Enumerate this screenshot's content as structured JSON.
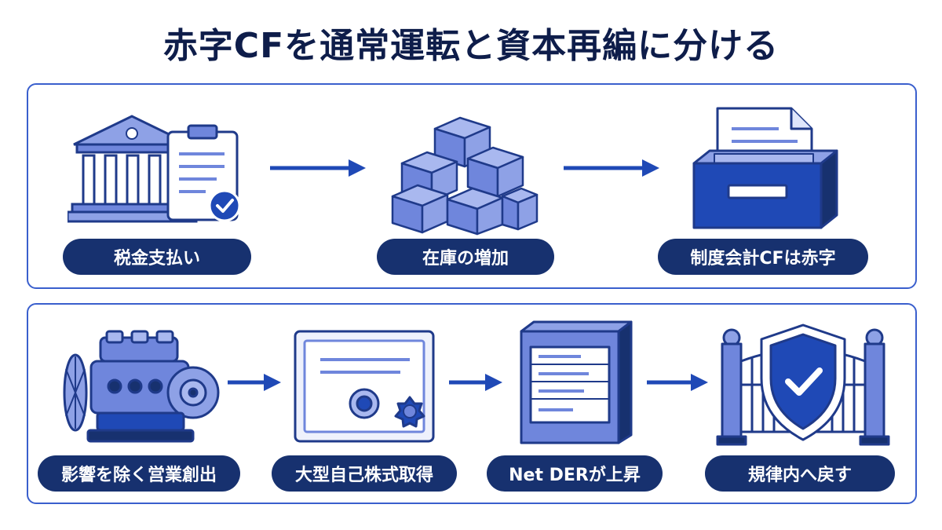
{
  "title": "赤字CFを通常運転と資本再編に分ける",
  "colors": {
    "navy": "#17316f",
    "accent": "#1f49b6",
    "icon_fill": "#6f86dc",
    "icon_light": "#a9b8ef",
    "border": "#3a5fcd"
  },
  "top_row": {
    "steps": [
      {
        "label": "税金支払い",
        "icon": "bank-with-checked-document-icon"
      },
      {
        "label": "在庫の増加",
        "icon": "stacked-boxes-icon"
      },
      {
        "label": "制度会計CFは赤字",
        "icon": "file-drawer-icon"
      }
    ]
  },
  "bottom_row": {
    "steps": [
      {
        "label": "影響を除く営業創出",
        "icon": "engine-icon"
      },
      {
        "label": "大型自己株式取得",
        "icon": "certificate-icon"
      },
      {
        "label": "Net DERが上昇",
        "icon": "ledger-box-icon"
      },
      {
        "label": "規律内へ戻す",
        "icon": "shield-gate-icon"
      }
    ]
  }
}
